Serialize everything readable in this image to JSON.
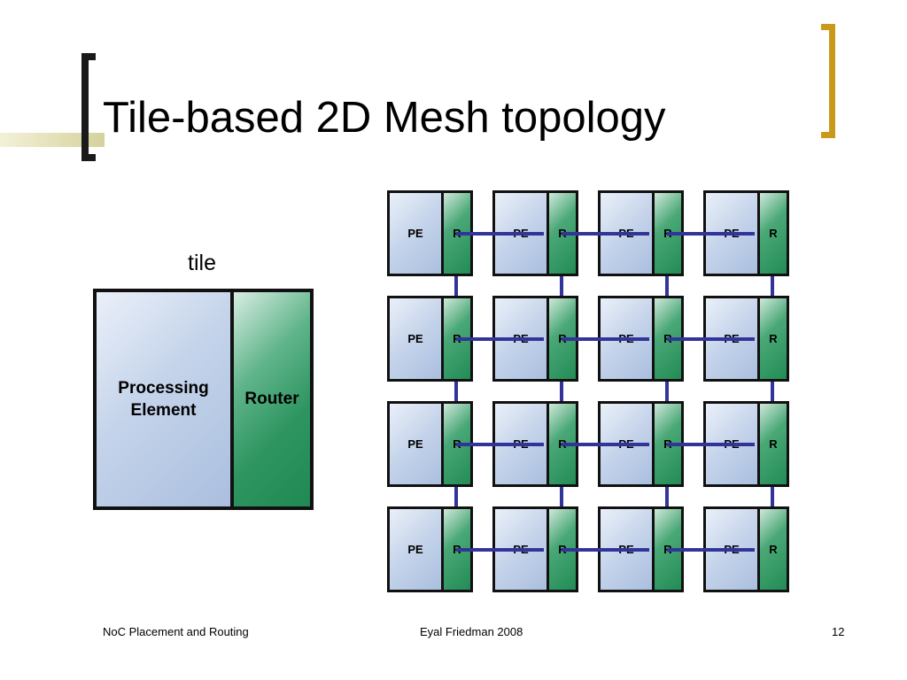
{
  "slide": {
    "title": "Tile-based 2D Mesh topology"
  },
  "tile": {
    "label": "tile",
    "pe_label": "Processing\nElement",
    "router_label": "Router"
  },
  "mesh": {
    "rows": 4,
    "cols": 4,
    "pe_label": "PE",
    "router_label": "R"
  },
  "footer": {
    "left": "NoC Placement and Routing",
    "center": "Eyal Friedman 2008",
    "page": "12"
  },
  "colors": {
    "accent_bracket": "#c99a1a",
    "link": "#33349a",
    "pe_fill": "#c4d3ea",
    "router_fill": "#2e9560"
  }
}
